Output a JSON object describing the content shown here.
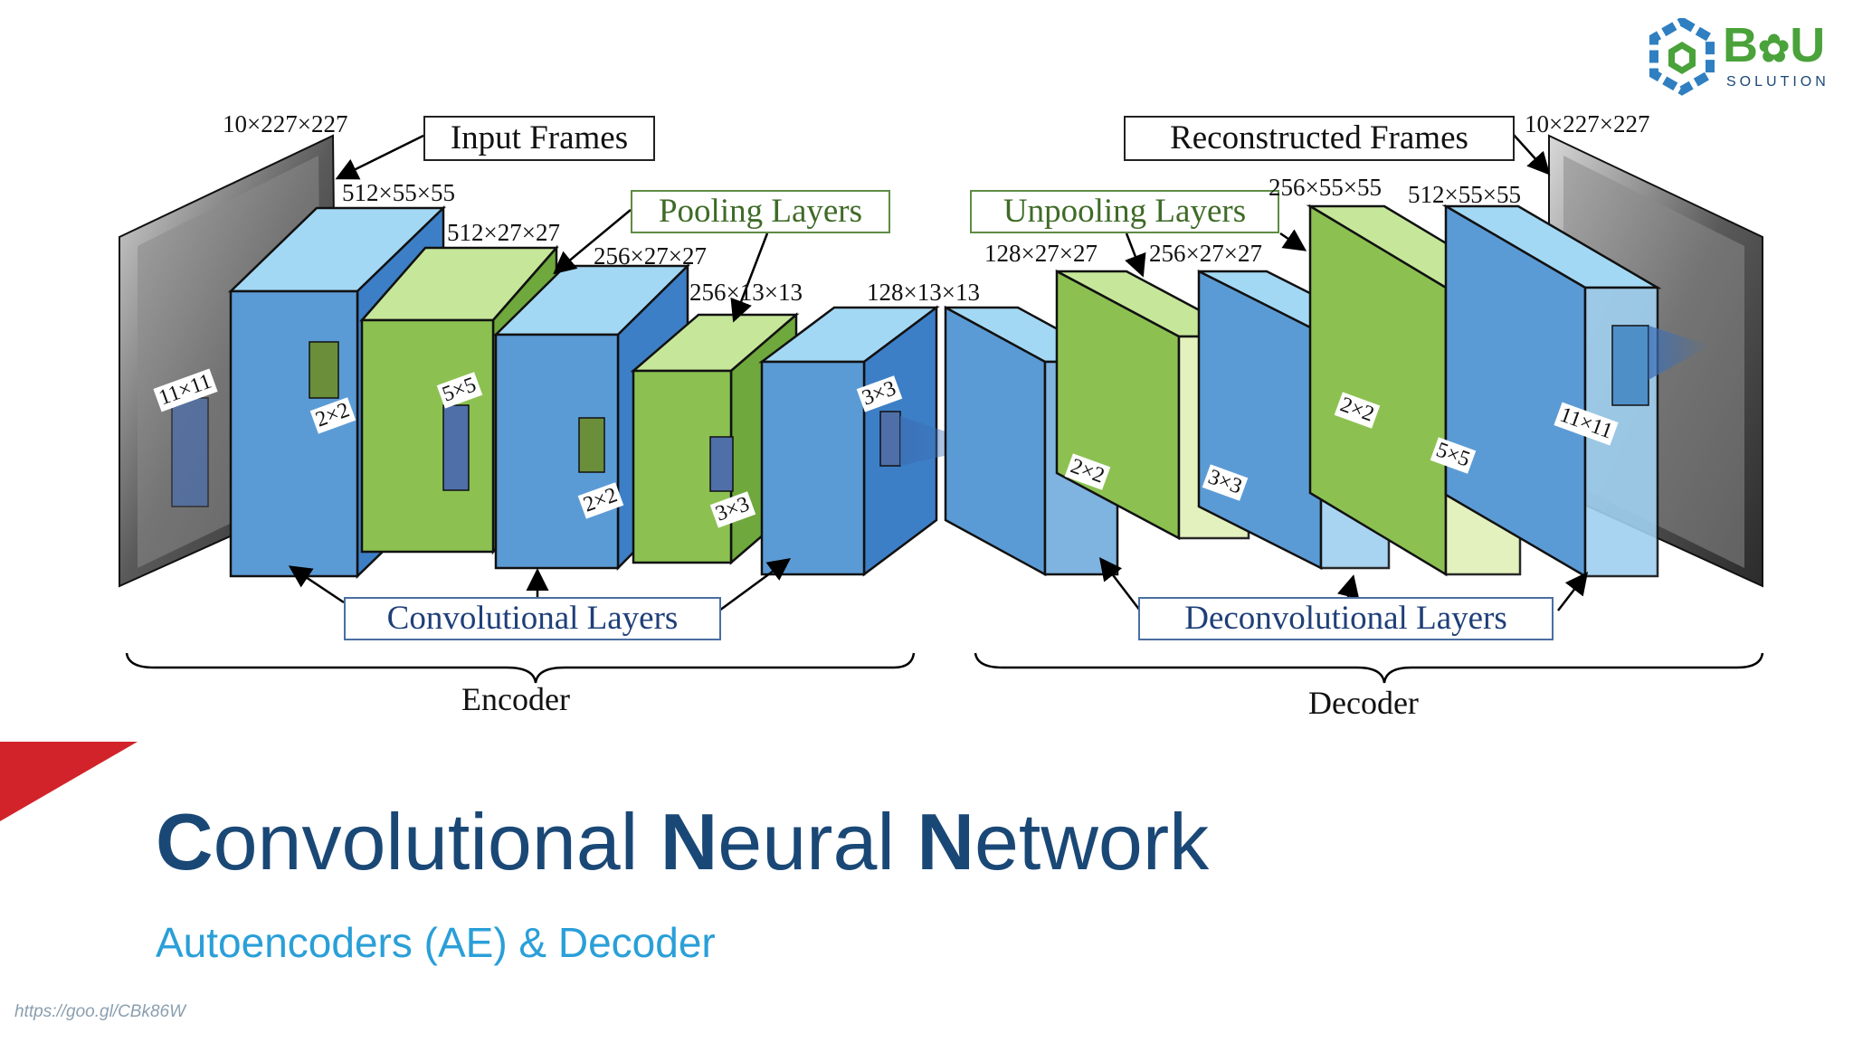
{
  "logo": {
    "brand_left": "B",
    "brand_right": "U",
    "tagline": "SOLUTION"
  },
  "diagram": {
    "boxes": {
      "input_frames": "Input Frames",
      "pooling_layers": "Pooling Layers",
      "unpooling_layers": "Unpooling Layers",
      "reconstructed_frames": "Reconstructed Frames",
      "convolutional_layers": "Convolutional Layers",
      "deconvolutional_layers": "Deconvolutional Layers"
    },
    "dims": {
      "in": "10×227×227",
      "c1": "512×55×55",
      "p1": "512×27×27",
      "c2": "256×27×27",
      "p2": "256×13×13",
      "c3": "128×13×13",
      "d1": "128×27×27",
      "d2": "256×27×27",
      "u2": "256×55×55",
      "d3": "512×55×55",
      "out": "10×227×227"
    },
    "kernels": {
      "k_in": "11×11",
      "k_p1": "2×2",
      "k_c2": "5×5",
      "k_p2": "2×2",
      "k_c3": "3×3",
      "k_p3": "3×3",
      "k_u1": "2×2",
      "k_d1": "3×3",
      "k_u2": "2×2",
      "k_d2": "5×5",
      "k_out": "11×11"
    },
    "encoder": "Encoder",
    "decoder": "Decoder"
  },
  "title": {
    "c": "C",
    "onv": "onvolutional ",
    "n1": "N",
    "eural": "eural ",
    "n2": "N",
    "etwork": "etwork"
  },
  "subtitle": "Autoencoders (AE) & Decoder",
  "source": "https://goo.gl/CBk86W",
  "colors": {
    "blue_face": "#5b9bd5",
    "green_face": "#8cc152",
    "title": "#1a4876",
    "subtitle": "#2a9fd8",
    "accent_red": "#d2232a"
  }
}
